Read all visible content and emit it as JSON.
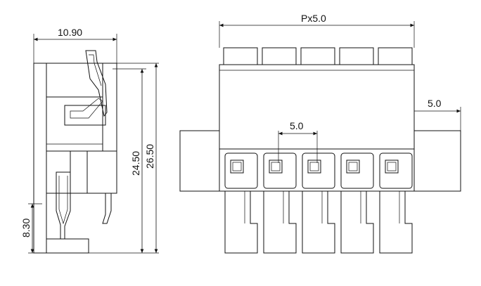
{
  "dimensions": {
    "width_top": "10.90",
    "height_inner": "24.50",
    "height_outer": "26.50",
    "height_bottom": "8.30",
    "pitch_total": "Px5.0",
    "pitch": "5.0",
    "side_offset": "5.0"
  },
  "colors": {
    "line": "#111111",
    "background": "#ffffff"
  }
}
